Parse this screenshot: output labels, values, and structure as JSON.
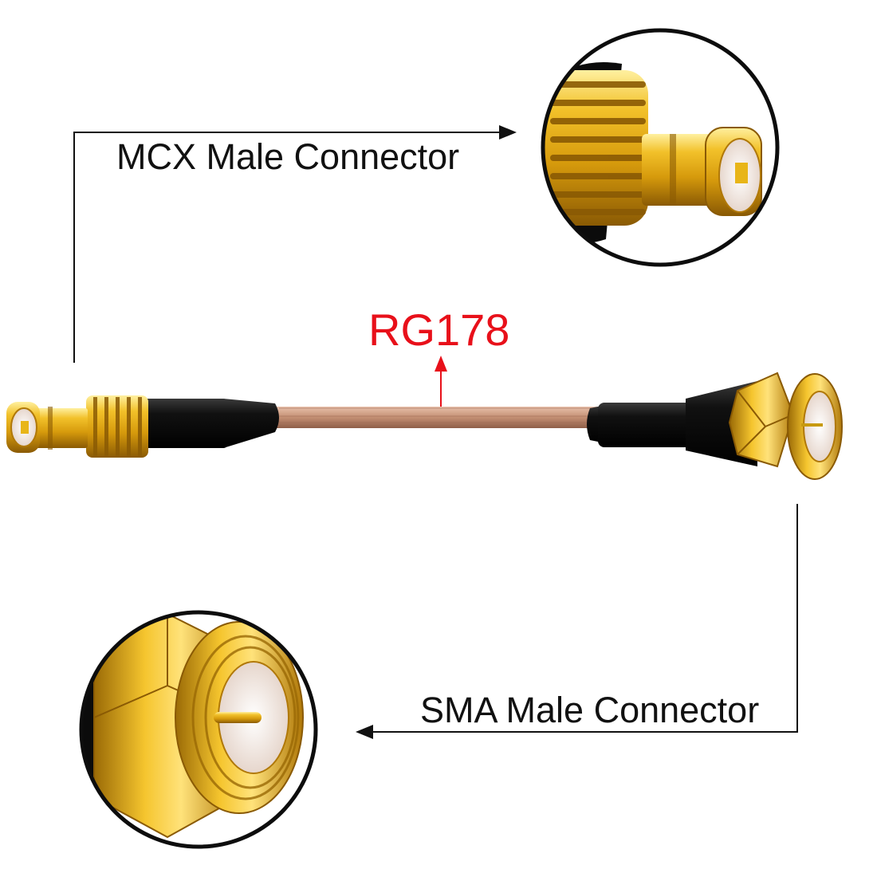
{
  "labels": {
    "mcx": "MCX Male Connector",
    "cable": "RG178",
    "sma": "SMA Male Connector"
  },
  "colors": {
    "gold": "#e8b518",
    "gold_dark": "#9a6a06",
    "gold_light": "#ffe27a",
    "cable": "#c9957a",
    "cable_shadow": "#8e5e48",
    "boot": "#0d0d0d",
    "callout_red": "#e8101a",
    "line": "#111111"
  },
  "components": {
    "left_connector": "mcx-male-connector",
    "cable": "rg178-coaxial-cable",
    "right_connector": "sma-male-connector"
  }
}
